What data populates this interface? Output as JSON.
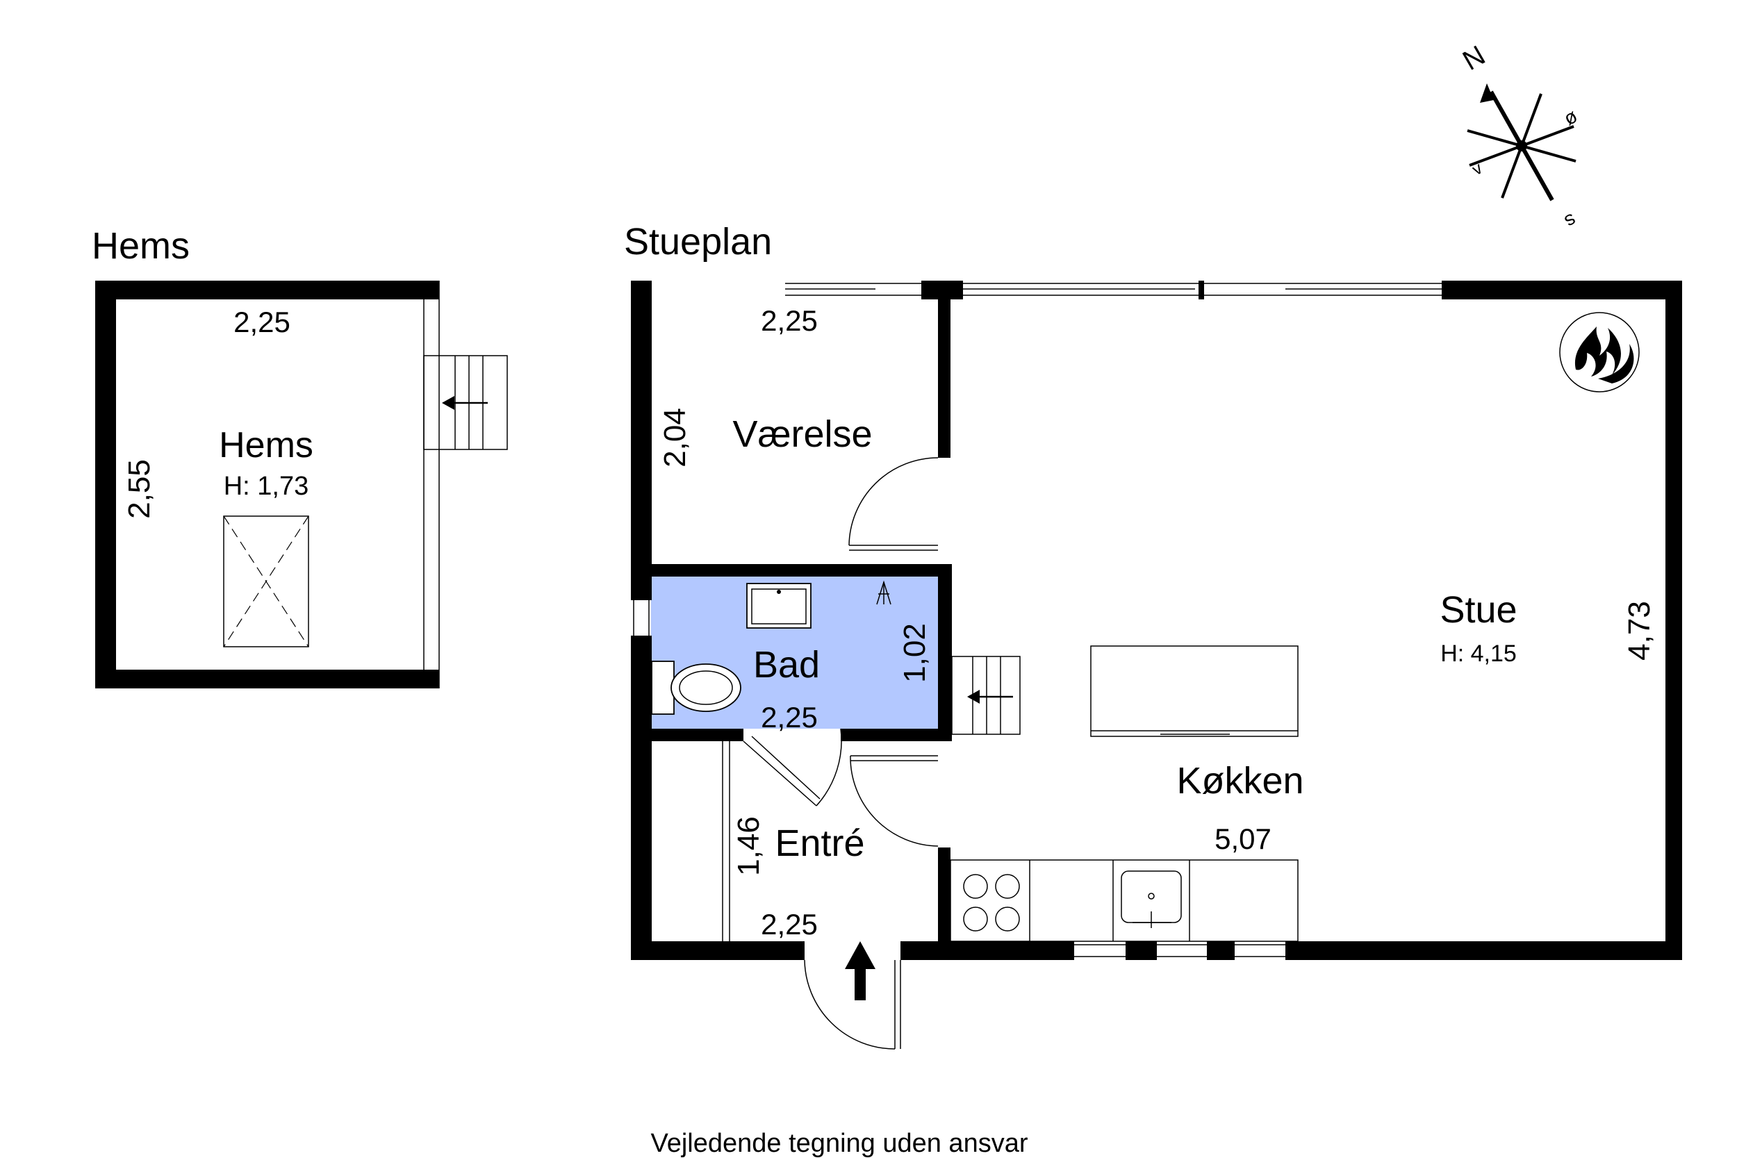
{
  "titles": {
    "loft": "Hems",
    "ground": "Stueplan"
  },
  "rooms": {
    "hems": {
      "name": "Hems",
      "height": "H: 1,73"
    },
    "vaerelse": {
      "name": "Værelse"
    },
    "bad": {
      "name": "Bad"
    },
    "entre": {
      "name": "Entré"
    },
    "stue": {
      "name": "Stue",
      "height": "H: 4,15"
    },
    "kokken": {
      "name": "Køkken"
    }
  },
  "dimensions": {
    "hems_width": "2,25",
    "hems_depth": "2,55",
    "vaerelse_width": "2,25",
    "vaerelse_depth": "2,04",
    "bad_width": "2,25",
    "bad_depth": "1,02",
    "entre_width": "2,25",
    "entre_depth": "1,46",
    "kokken_width": "5,07",
    "stue_depth": "4,73"
  },
  "compass": {
    "n": "N",
    "o": "ø",
    "s": "s",
    "v": "v"
  },
  "icons": {
    "fireplace": "fire-icon",
    "entrance": "entrance-arrow-icon",
    "stairs": "stairs-icon"
  },
  "colors": {
    "bathroom_fill": "#b3c8ff",
    "walls": "#000000"
  },
  "disclaimer": "Vejledende tegning uden ansvar"
}
